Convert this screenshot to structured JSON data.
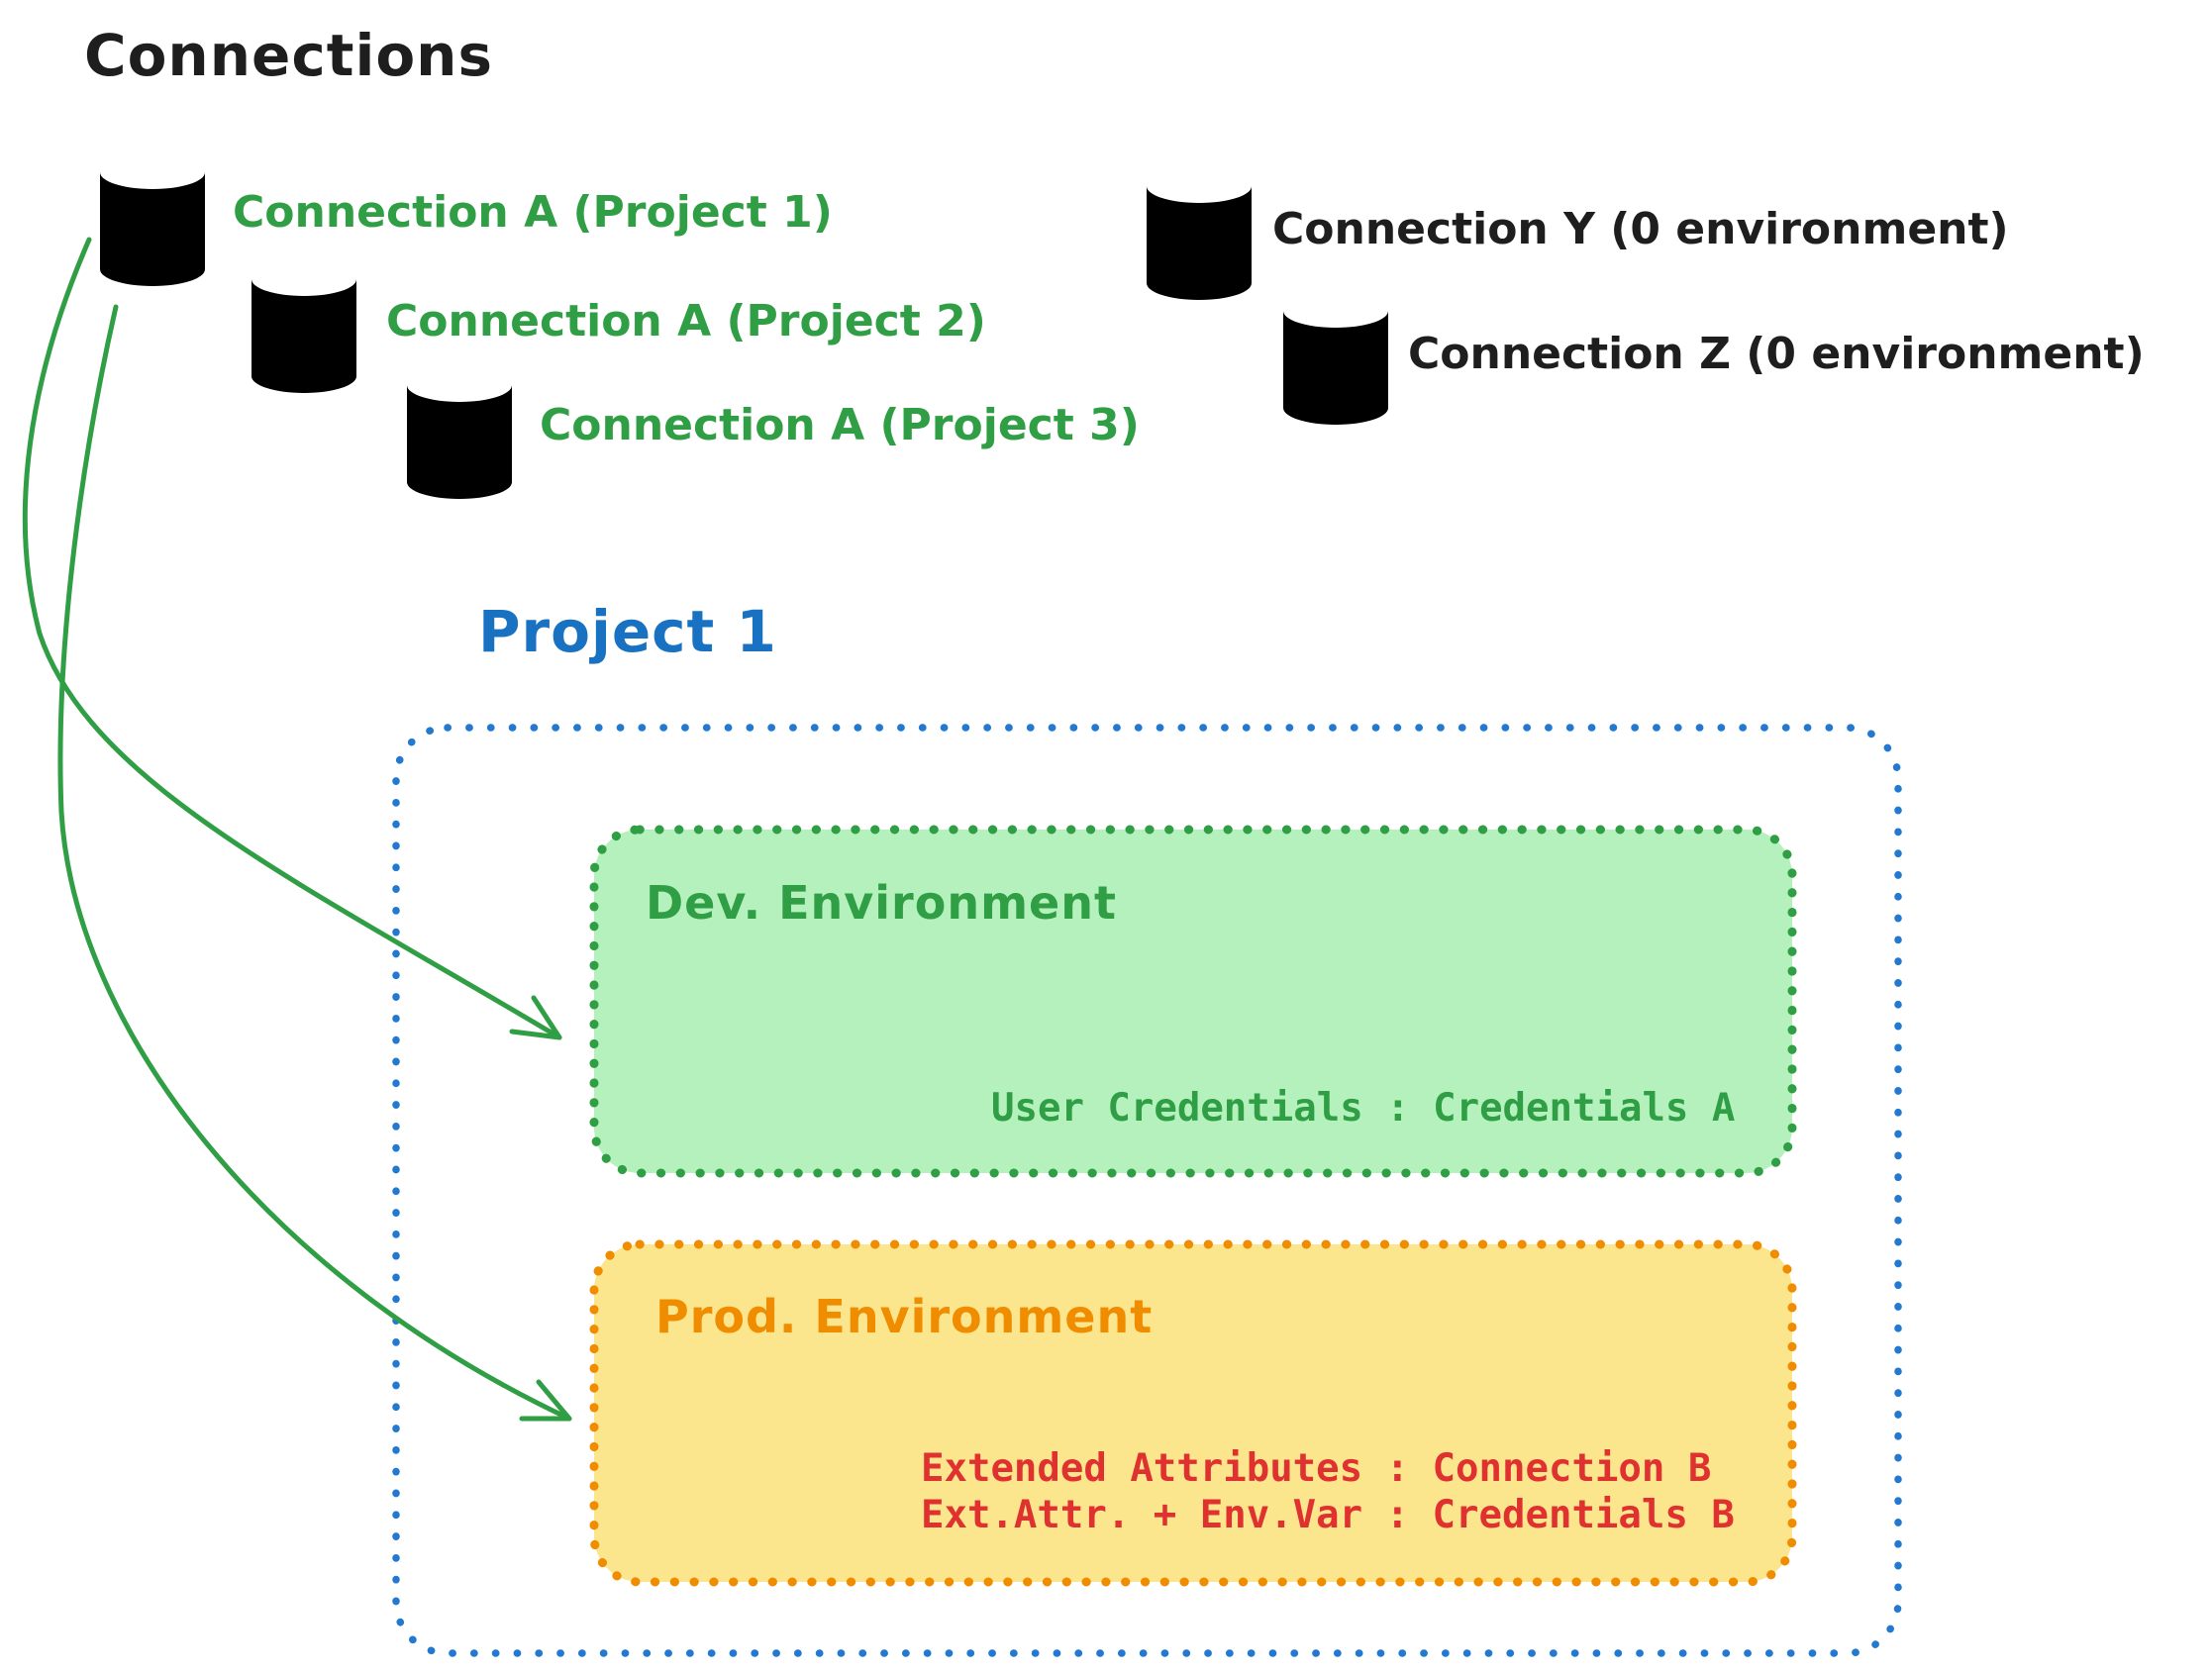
{
  "colors": {
    "ink": "#1e1e1e",
    "green": "#2f9e44",
    "green_fill": "#b4f1bd",
    "mono_green": "#2f9e44",
    "gray": "#343a40",
    "gray_fill": "#d6dbe0",
    "blue": "#1971c2",
    "blue_border": "#2279cf",
    "orange": "#f08c00",
    "yellow_fill": "#fbe58d",
    "red": "#e03131"
  },
  "connections": {
    "heading": "Connections",
    "project_a": [
      {
        "icon": "database-icon",
        "label": "Connection A (Project 1)"
      },
      {
        "icon": "database-icon",
        "label": "Connection A (Project 2)"
      },
      {
        "icon": "database-icon",
        "label": "Connection A (Project 3)"
      }
    ],
    "unassigned": [
      {
        "icon": "database-icon",
        "label": "Connection Y (0 environment)"
      },
      {
        "icon": "database-icon",
        "label": "Connection Z (0 environment)"
      }
    ]
  },
  "project": {
    "title": "Project 1",
    "environments": {
      "dev": {
        "title": "Dev. Environment",
        "credentials": "User Credentials : Credentials A"
      },
      "prod": {
        "title": "Prod. Environment",
        "mappings": [
          "Extended Attributes : Connection B",
          "Ext.Attr. + Env.Var : Credentials B"
        ]
      }
    }
  }
}
